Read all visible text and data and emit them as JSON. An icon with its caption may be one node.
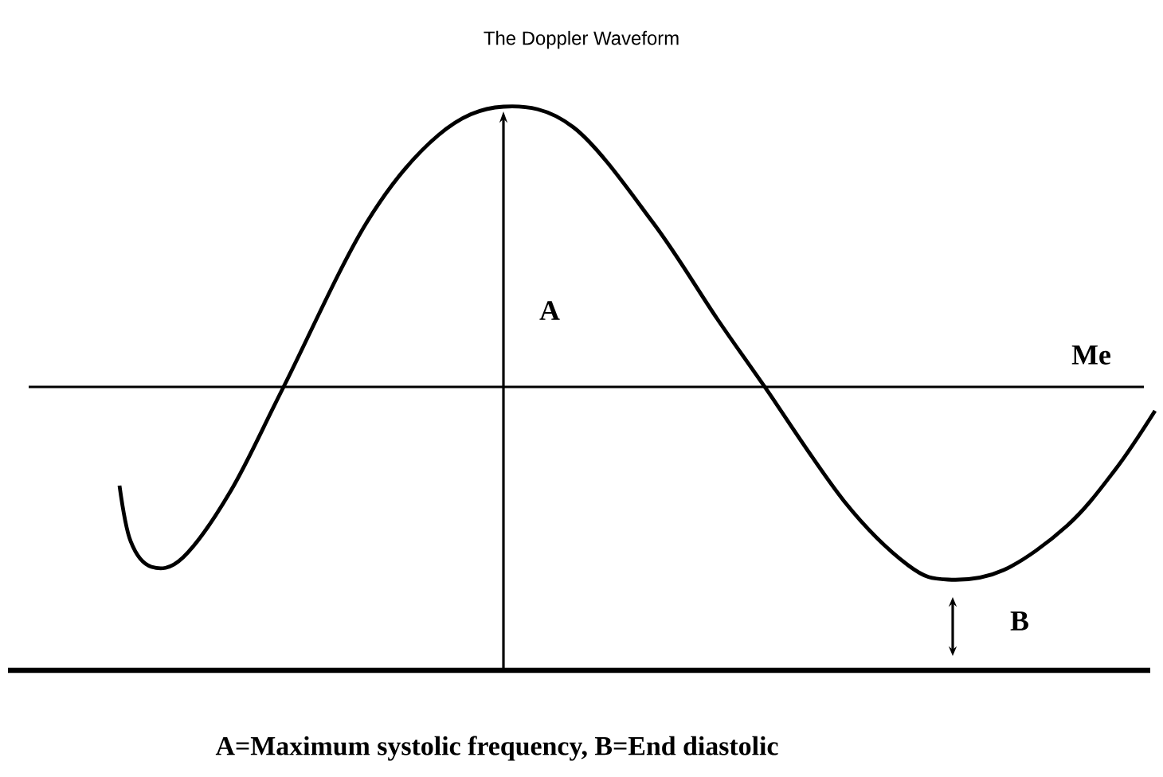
{
  "diagram": {
    "title": "The Doppler Waveform",
    "caption": "A=Maximum systolic frequency, B=End diastolic",
    "labels": [
      "A",
      "Me",
      "B"
    ]
  }
}
